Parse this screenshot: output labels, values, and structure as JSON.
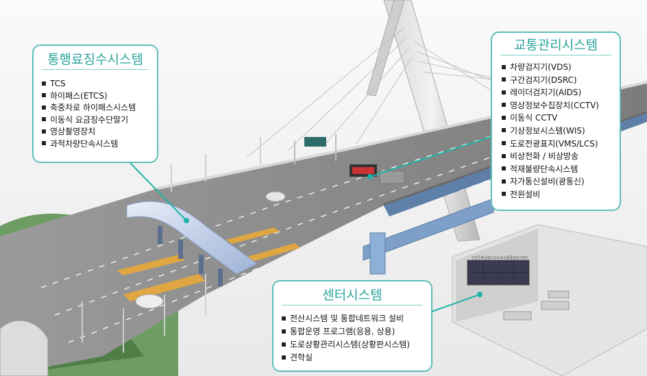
{
  "callouts": {
    "toll": {
      "title": "통행료징수시스템",
      "items": [
        "TCS",
        "하이패스(ETCS)",
        "축중차로 하이패스시스템",
        "이동식 요금징수단말기",
        "영상촬영장치",
        "과적차량단속시스템"
      ]
    },
    "traffic": {
      "title": "교통관리시스템",
      "items": [
        "차량검지기(VDS)",
        "구간검지기(DSRC)",
        "레이더검지기(AIDS)",
        "영상정보수집장치(CCTV)",
        "이동식 CCTV",
        "기상정보시스템(WIS)",
        "도로전광표지(VMS/LCS)",
        "비상전화 / 비상방송",
        "적재불량단속시스템",
        "자가통신설비(광통신)",
        "전원설비"
      ]
    },
    "center": {
      "title": "센터시스템",
      "items": [
        "전산시스템 및 통합네트워크 설비",
        "통합운영 프로그램(응용, 상용)",
        "도로상황관리시스템(상황판시스템)",
        "견학실"
      ]
    }
  },
  "colors": {
    "accent": "#2aa39a",
    "border": "#5bbfb8",
    "road": "#8c8c8c",
    "hill": "#5a8a52"
  },
  "center_room": {
    "screen_label": "인천국제공항고속도로교통종합관리센터"
  }
}
